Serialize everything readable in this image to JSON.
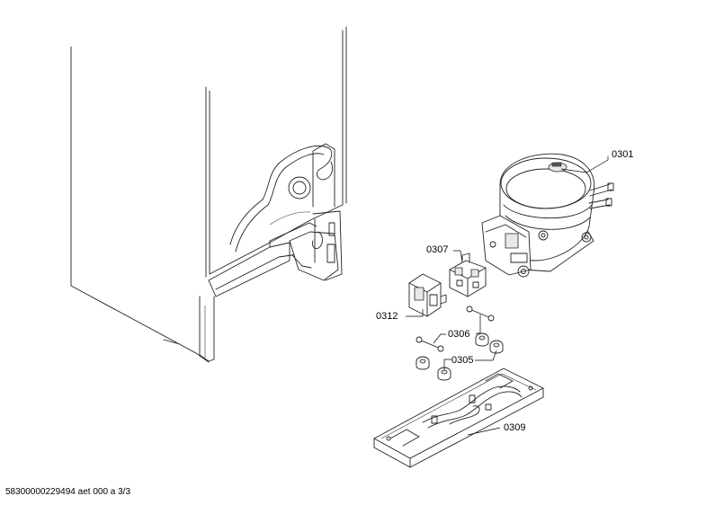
{
  "callouts": {
    "c0301": "0301",
    "c0307": "0307",
    "c0312": "0312",
    "c0306": "0306",
    "c0305": "0305",
    "c0309": "0309"
  },
  "footer": {
    "doc_code": "58300000229494 aet 000 a 3/3"
  }
}
